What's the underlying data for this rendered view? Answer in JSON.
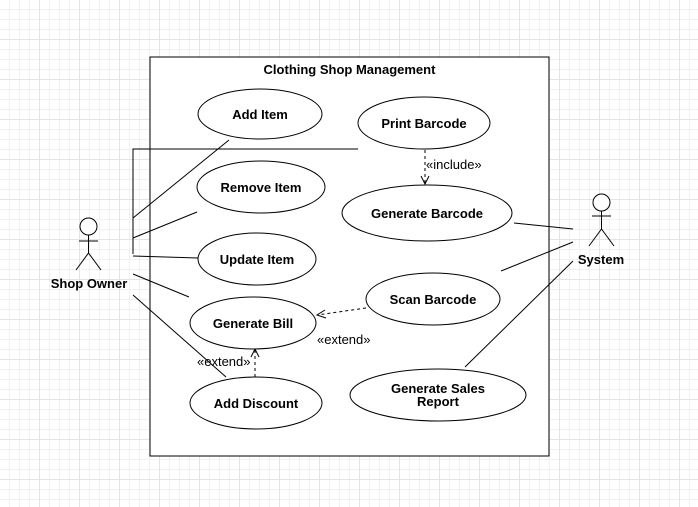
{
  "system_boundary": {
    "title": "Clothing Shop Management"
  },
  "actors": {
    "shop_owner": "Shop Owner",
    "system": "System"
  },
  "use_cases": {
    "add_item": "Add Item",
    "remove_item": "Remove Item",
    "update_item": "Update Item",
    "generate_bill": "Generate Bill",
    "add_discount": "Add Discount",
    "print_barcode": "Print Barcode",
    "generate_barcode": "Generate Barcode",
    "scan_barcode": "Scan Barcode",
    "generate_sales_report_line1": "Generate Sales",
    "generate_sales_report_line2": "Report"
  },
  "stereotypes": {
    "include_print_generate": "«include»",
    "extend_scan_bill": "«extend»",
    "extend_discount_bill": "«extend»"
  }
}
